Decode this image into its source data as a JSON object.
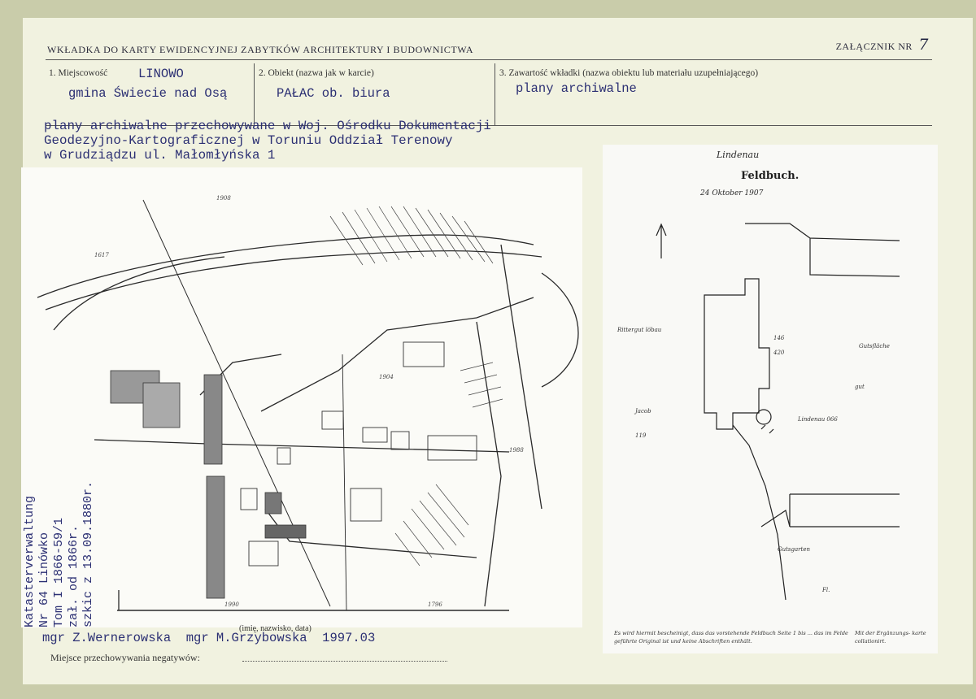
{
  "header": {
    "title": "WKŁADKA DO KARTY EWIDENCYJNEJ ZABYTKÓW ARCHITEKTURY I BUDOWNICTWA",
    "annex_label": "ZAŁĄCZNIK NR",
    "annex_number": "7"
  },
  "fields": {
    "locality": {
      "label": "1. Miejscowość",
      "value_line1": "LINOWO",
      "value_line2": "gmina Świecie nad Osą"
    },
    "object": {
      "label": "2. Obiekt (nazwa jak w karcie)",
      "value": "PAŁAC ob. biura"
    },
    "contents": {
      "label": "3. Zawartość wkładki (nazwa obiektu lub materiału uzupełniającego)",
      "value": "plany archiwalne"
    }
  },
  "description": {
    "line1": "plany archiwalne przechowywane w Woj. Ośrodku Dokumentacji",
    "line2": "Geodezyjno-Kartograficznej w Toruniu Oddział Terenowy",
    "line3": "w Grudziądzu ul. Małomłyńska 1"
  },
  "map1_caption": {
    "line1": "Katasterverwaltung",
    "line2": "Nr 64 Linówko",
    "line3": "Tom I 1866-59/1",
    "line4": "zał. od 1866r.",
    "line5": "szkic z 13.09.1880r."
  },
  "map2": {
    "title": "Feldbuch.",
    "heading_word": "Lindenau",
    "date": "24 Oktober 1907",
    "parcel": "Lindenau 066",
    "footer_left": "Es wird hiermit bescheinigt, dass das vorstehende Feldbuch Seite 1 bis ... das im Felde geführte Original ist und keine Abschriften enthält.",
    "footer_right": "Mit der Ergänzungs- karte collationirt."
  },
  "signatures": {
    "caption": "(imię, nazwisko, data)",
    "text": "mgr Z.Wernerowska  mgr M.Grzybowska  1997.03"
  },
  "negatives": {
    "label": "Miejsce przechowywania negatywów:"
  },
  "colors": {
    "card": "#f1f2e0",
    "border": "#c9ccaa",
    "ink": "#2b2f73"
  }
}
